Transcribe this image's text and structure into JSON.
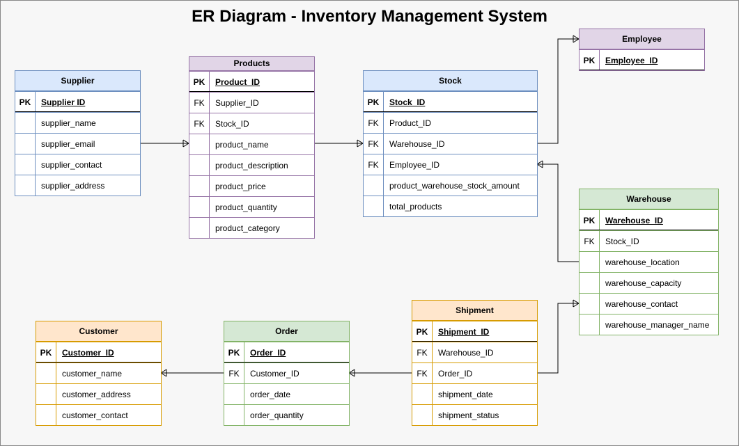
{
  "title": "ER Diagram - Inventory Management System",
  "entities": {
    "supplier": {
      "name": "Supplier",
      "rows": [
        {
          "key": "PK",
          "name": "Supplier ID"
        },
        {
          "key": "",
          "name": "supplier_name"
        },
        {
          "key": "",
          "name": "supplier_email"
        },
        {
          "key": "",
          "name": "supplier_contact"
        },
        {
          "key": "",
          "name": "supplier_address"
        }
      ]
    },
    "products": {
      "name": "Products",
      "rows": [
        {
          "key": "PK",
          "name": "Product_ID"
        },
        {
          "key": "FK",
          "name": "Supplier_ID"
        },
        {
          "key": "FK",
          "name": "Stock_ID"
        },
        {
          "key": "",
          "name": "product_name"
        },
        {
          "key": "",
          "name": "product_description"
        },
        {
          "key": "",
          "name": "product_price"
        },
        {
          "key": "",
          "name": "product_quantity"
        },
        {
          "key": "",
          "name": "product_category"
        }
      ]
    },
    "stock": {
      "name": "Stock",
      "rows": [
        {
          "key": "PK",
          "name": "Stock_ID"
        },
        {
          "key": "FK",
          "name": "Product_ID"
        },
        {
          "key": "FK",
          "name": "Warehouse_ID"
        },
        {
          "key": "FK",
          "name": "Employee_ID"
        },
        {
          "key": "",
          "name": "product_warehouse_stock_amount"
        },
        {
          "key": "",
          "name": "total_products"
        }
      ]
    },
    "employee": {
      "name": "Employee",
      "rows": [
        {
          "key": "PK",
          "name": "Employee_ID"
        }
      ]
    },
    "warehouse": {
      "name": "Warehouse",
      "rows": [
        {
          "key": "PK",
          "name": "Warehouse_ID"
        },
        {
          "key": "FK",
          "name": "Stock_ID"
        },
        {
          "key": "",
          "name": "warehouse_location"
        },
        {
          "key": "",
          "name": "warehouse_capacity"
        },
        {
          "key": "",
          "name": "warehouse_contact"
        },
        {
          "key": "",
          "name": "warehouse_manager_name"
        }
      ]
    },
    "customer": {
      "name": "Customer",
      "rows": [
        {
          "key": "PK",
          "name": "Customer_ID"
        },
        {
          "key": "",
          "name": "customer_name"
        },
        {
          "key": "",
          "name": "customer_address"
        },
        {
          "key": "",
          "name": "customer_contact"
        }
      ]
    },
    "order": {
      "name": "Order",
      "rows": [
        {
          "key": "PK",
          "name": "Order_ID"
        },
        {
          "key": "FK",
          "name": "Customer_ID"
        },
        {
          "key": "",
          "name": "order_date"
        },
        {
          "key": "",
          "name": "order_quantity"
        }
      ]
    },
    "shipment": {
      "name": "Shipment",
      "rows": [
        {
          "key": "PK",
          "name": "Shipment_ID"
        },
        {
          "key": "FK",
          "name": "Warehouse_ID"
        },
        {
          "key": "FK",
          "name": "Order_ID"
        },
        {
          "key": "",
          "name": "shipment_date"
        },
        {
          "key": "",
          "name": "shipment_status"
        }
      ]
    }
  },
  "colors": {
    "blue_fill": "#dae8fc",
    "blue_stroke": "#6c8ebf",
    "purple_fill": "#e1d5e7",
    "purple_stroke": "#9673a6",
    "green_fill": "#d5e8d4",
    "green_stroke": "#82b366",
    "orange_fill": "#ffe6cc",
    "orange_stroke": "#d79b00"
  }
}
